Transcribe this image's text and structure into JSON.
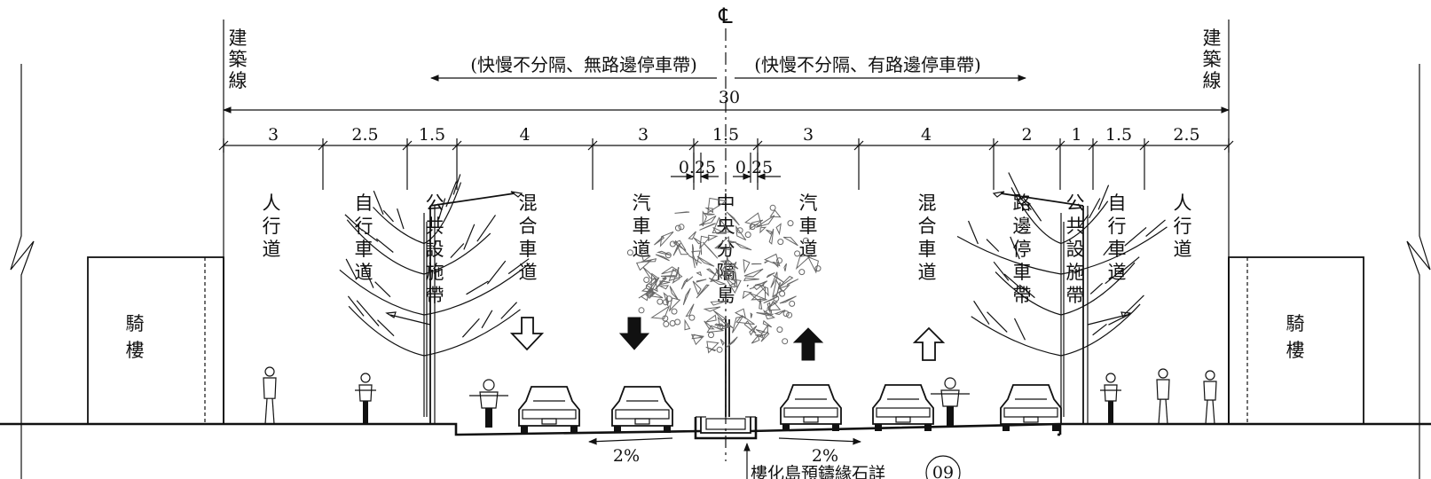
{
  "centerline_symbol": "CL",
  "building_line_label": "建築線",
  "left_title": "(快慢不分隔、無路邊停車帶)",
  "right_title": "(快慢不分隔、有路邊停車帶)",
  "total_width": "30",
  "segments": [
    "3",
    "2.5",
    "1.5",
    "4",
    "3",
    "1.5",
    "3",
    "4",
    "2",
    "1",
    "1.5",
    "2.5"
  ],
  "sub_segments": [
    "0.25",
    "0.25"
  ],
  "zones": [
    {
      "label": "人行道"
    },
    {
      "label": "自行車道"
    },
    {
      "label": "公共設施帶"
    },
    {
      "label": "混合車道"
    },
    {
      "label": "汽車道"
    },
    {
      "label": "中央分隔島"
    },
    {
      "label": "汽車道"
    },
    {
      "label": "混合車道"
    },
    {
      "label": "路邊停車帶"
    },
    {
      "label": "公共設施帶"
    },
    {
      "label": "自行車道"
    },
    {
      "label": "人行道"
    }
  ],
  "arcade_label": "騎樓",
  "slope_left": "2%",
  "slope_right": "2%",
  "note": "樓化島預鑄緣石詳",
  "detail_ref": "09"
}
